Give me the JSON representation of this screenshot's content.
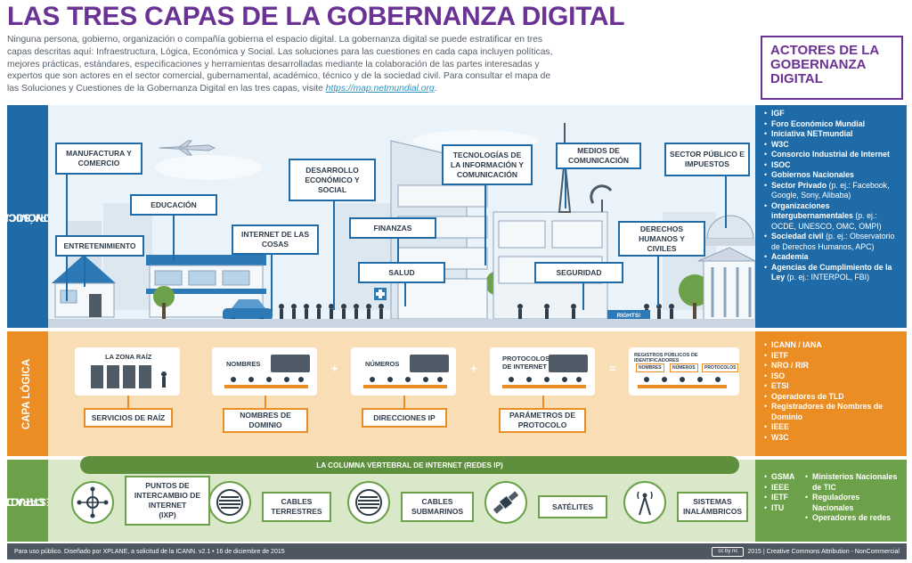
{
  "title": "LAS TRES CAPAS DE LA GOBERNANZA DIGITAL",
  "intro": {
    "text": "Ninguna persona, gobierno, organización o compañía gobierna el espacio digital. La gobernanza digital se puede estratificar en tres capas descritas aquí: Infraestructura, Lógica, Económica y Social. Las soluciones para las cuestiones en cada capa incluyen políticas, mejores prácticas, estándares, especificaciones y herramientas desarrolladas mediante la colaboración de las partes interesadas y expertos que son actores en el sector comercial, gubernamental, académico, técnico y de la sociedad civil. Para consultar el mapa de las Soluciones y Cuestiones de la Gobernanza Digital en las tres capas, visite ",
    "link": "https://map.netmundial.org",
    "end": "."
  },
  "actors_title": [
    "ACTORES DE LA",
    "GOBERNANZA",
    "DIGITAL"
  ],
  "layers": {
    "social": [
      "CAPA SOCIAL Y",
      "ECONÓMICA"
    ],
    "logic": "CAPA LÓGICA",
    "infra": [
      "CAPA DE",
      "INFRAESTRUCTURA"
    ]
  },
  "social_callouts": {
    "manufactura": [
      "MANUFACTURA Y",
      "COMERCIO"
    ],
    "educacion": "EDUCACIÓN",
    "entretenimiento": "ENTRETENIMIENTO",
    "internet_cosas": [
      "INTERNET DE LAS",
      "COSAS"
    ],
    "desarrollo": [
      "DESARROLLO",
      "ECONÓMICO Y",
      "SOCIAL"
    ],
    "tecnologias": [
      "TECNOLOGÍAS DE",
      "LA INFORMACIÓN Y",
      "COMUNICACIÓN"
    ],
    "finanzas": "FINANZAS",
    "salud": "SALUD",
    "medios": [
      "MEDIOS DE",
      "COMUNICACIÓN"
    ],
    "seguridad": "SEGURIDAD",
    "sector_publico": [
      "SECTOR PÚBLICO E",
      "IMPUESTOS"
    ],
    "derechos": [
      "DERECHOS",
      "HUMANOS Y",
      "CIVILES"
    ],
    "rights_sign": "RIGHTS!"
  },
  "social_actors": [
    {
      "bold": "IGF",
      "sub": ""
    },
    {
      "bold": "Foro Económico Mundial",
      "sub": ""
    },
    {
      "bold": "Iniciativa NETmundial",
      "sub": ""
    },
    {
      "bold": "W3C",
      "sub": ""
    },
    {
      "bold": "Consorcio Industrial de Internet",
      "sub": ""
    },
    {
      "bold": "ISOC",
      "sub": ""
    },
    {
      "bold": "Gobiernos Nacionales",
      "sub": ""
    },
    {
      "bold": "Sector Privado",
      "sub": "(p. ej.: Facebook, Google, Sony, Alibaba)"
    },
    {
      "bold": "Organizaciones intergubernamentales",
      "sub": "(p. ej.: OCDE, UNESCO, OMC, OMPI)"
    },
    {
      "bold": "Sociedad civil",
      "sub": "(p. ej.: Observatorio de Derechos Humanos, APC)"
    },
    {
      "bold": "Academia",
      "sub": ""
    },
    {
      "bold": "Agencias de Cumplimiento de la Ley",
      "sub": "(p. ej.: INTERPOL, FBI)"
    }
  ],
  "logic_cards": {
    "zona_raiz": "LA ZONA RAÍZ",
    "nombres": "NOMBRES",
    "numeros": "NÚMEROS",
    "protocolos": [
      "PROTOCOLOS",
      "DE INTERNET"
    ],
    "registros": "REGISTROS PÚBLICOS DE IDENTIFICADORES",
    "reg_nombres": "NOMBRES",
    "reg_numeros": "NÚMEROS",
    "reg_protocolos": "PROTOCOLOS",
    "plus": "+",
    "equals": "="
  },
  "logic_labels": {
    "servicios": "SERVICIOS DE RAÍZ",
    "nombres_dominio": [
      "NOMBRES DE",
      "DOMINIO"
    ],
    "direcciones": "DIRECCIONES IP",
    "parametros": [
      "PARÁMETROS DE",
      "PROTOCOLO"
    ]
  },
  "logic_actors": [
    "ICANN / IANA",
    "IETF",
    "NRO / RIR",
    "ISO",
    "ETSI",
    "Operadores de TLD",
    "Registradores de Nombres de Dominio",
    "IEEE",
    "W3C"
  ],
  "backbone": "LA COLUMNA VERTEBRAL DE INTERNET (REDES IP)",
  "infra_labels": {
    "ixp": [
      "PUNTOS DE",
      "INTERCAMBIO DE",
      "INTERNET",
      "(IXP)"
    ],
    "terrestres": [
      "CABLES",
      "TERRESTRES"
    ],
    "submarinos": [
      "CABLES",
      "SUBMARINOS"
    ],
    "satelites": "SATÉLITES",
    "inalambricos": [
      "SISTEMAS",
      "INALÁMBRICOS"
    ]
  },
  "infra_actors_left": [
    "GSMA",
    "IEEE",
    "IETF",
    "ITU"
  ],
  "infra_actors_right": [
    "Ministerios Nacionales de TIC",
    "Reguladores Nacionales",
    "Operadores de redes"
  ],
  "footer": {
    "left": "Para uso público. Diseñado por XPLANE, a solicitud de la ICANN. v2.1 • 16 de diciembre de 2015",
    "badge": "cc by nc",
    "right": "2015 | Creative Commons Attribution - NonCommercial"
  },
  "colors": {
    "purple": "#6a3294",
    "social_blue": "#1f6ba8",
    "logic_orange": "#eb8d23",
    "infra_green": "#6ca14a"
  }
}
